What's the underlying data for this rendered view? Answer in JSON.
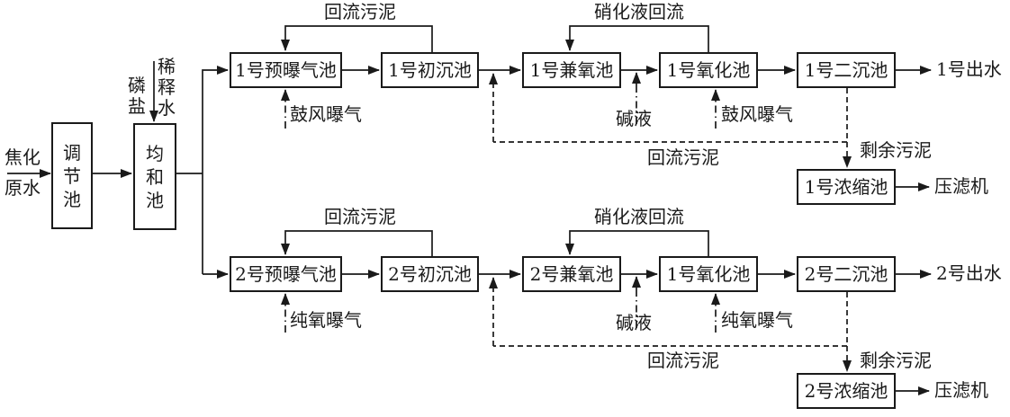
{
  "colors": {
    "stroke": "#1a1a1a",
    "background": "#ffffff"
  },
  "influent_label": "焦化原水",
  "dosing": {
    "phosphate_salt": "磷盐",
    "dilution_water": "稀释水"
  },
  "shared": {
    "regulation_tank": "调节池",
    "equalization_tank": "均和池"
  },
  "line1": {
    "pre_aeration_tank": "1号预曝气池",
    "primary_settling_tank": "1号初沉池",
    "facultative_tank": "1号兼氧池",
    "oxidation_tank": "1号氧化池",
    "secondary_settling_tank": "1号二沉池",
    "thickening_tank": "1号浓缩池",
    "effluent": "1号出水",
    "filter_press": "压滤机",
    "return_sludge_primary": "回流污泥",
    "nitrified_liquid_return": "硝化液回流",
    "aeration_pre": "鼓风曝气",
    "alkali": "碱液",
    "aeration_oxidation": "鼓风曝气",
    "return_sludge_secondary": "回流污泥",
    "excess_sludge": "剩余污泥"
  },
  "line2": {
    "pre_aeration_tank": "2号预曝气池",
    "primary_settling_tank": "2号初沉池",
    "facultative_tank": "2号兼氧池",
    "oxidation_tank": "1号氧化池",
    "secondary_settling_tank": "2号二沉池",
    "thickening_tank": "2号浓缩池",
    "effluent": "2号出水",
    "filter_press": "压滤机",
    "return_sludge_primary": "回流污泥",
    "nitrified_liquid_return": "硝化液回流",
    "aeration_pre": "纯氧曝气",
    "alkali": "碱液",
    "aeration_oxidation": "纯氧曝气",
    "return_sludge_secondary": "回流污泥",
    "excess_sludge": "剩余污泥"
  }
}
